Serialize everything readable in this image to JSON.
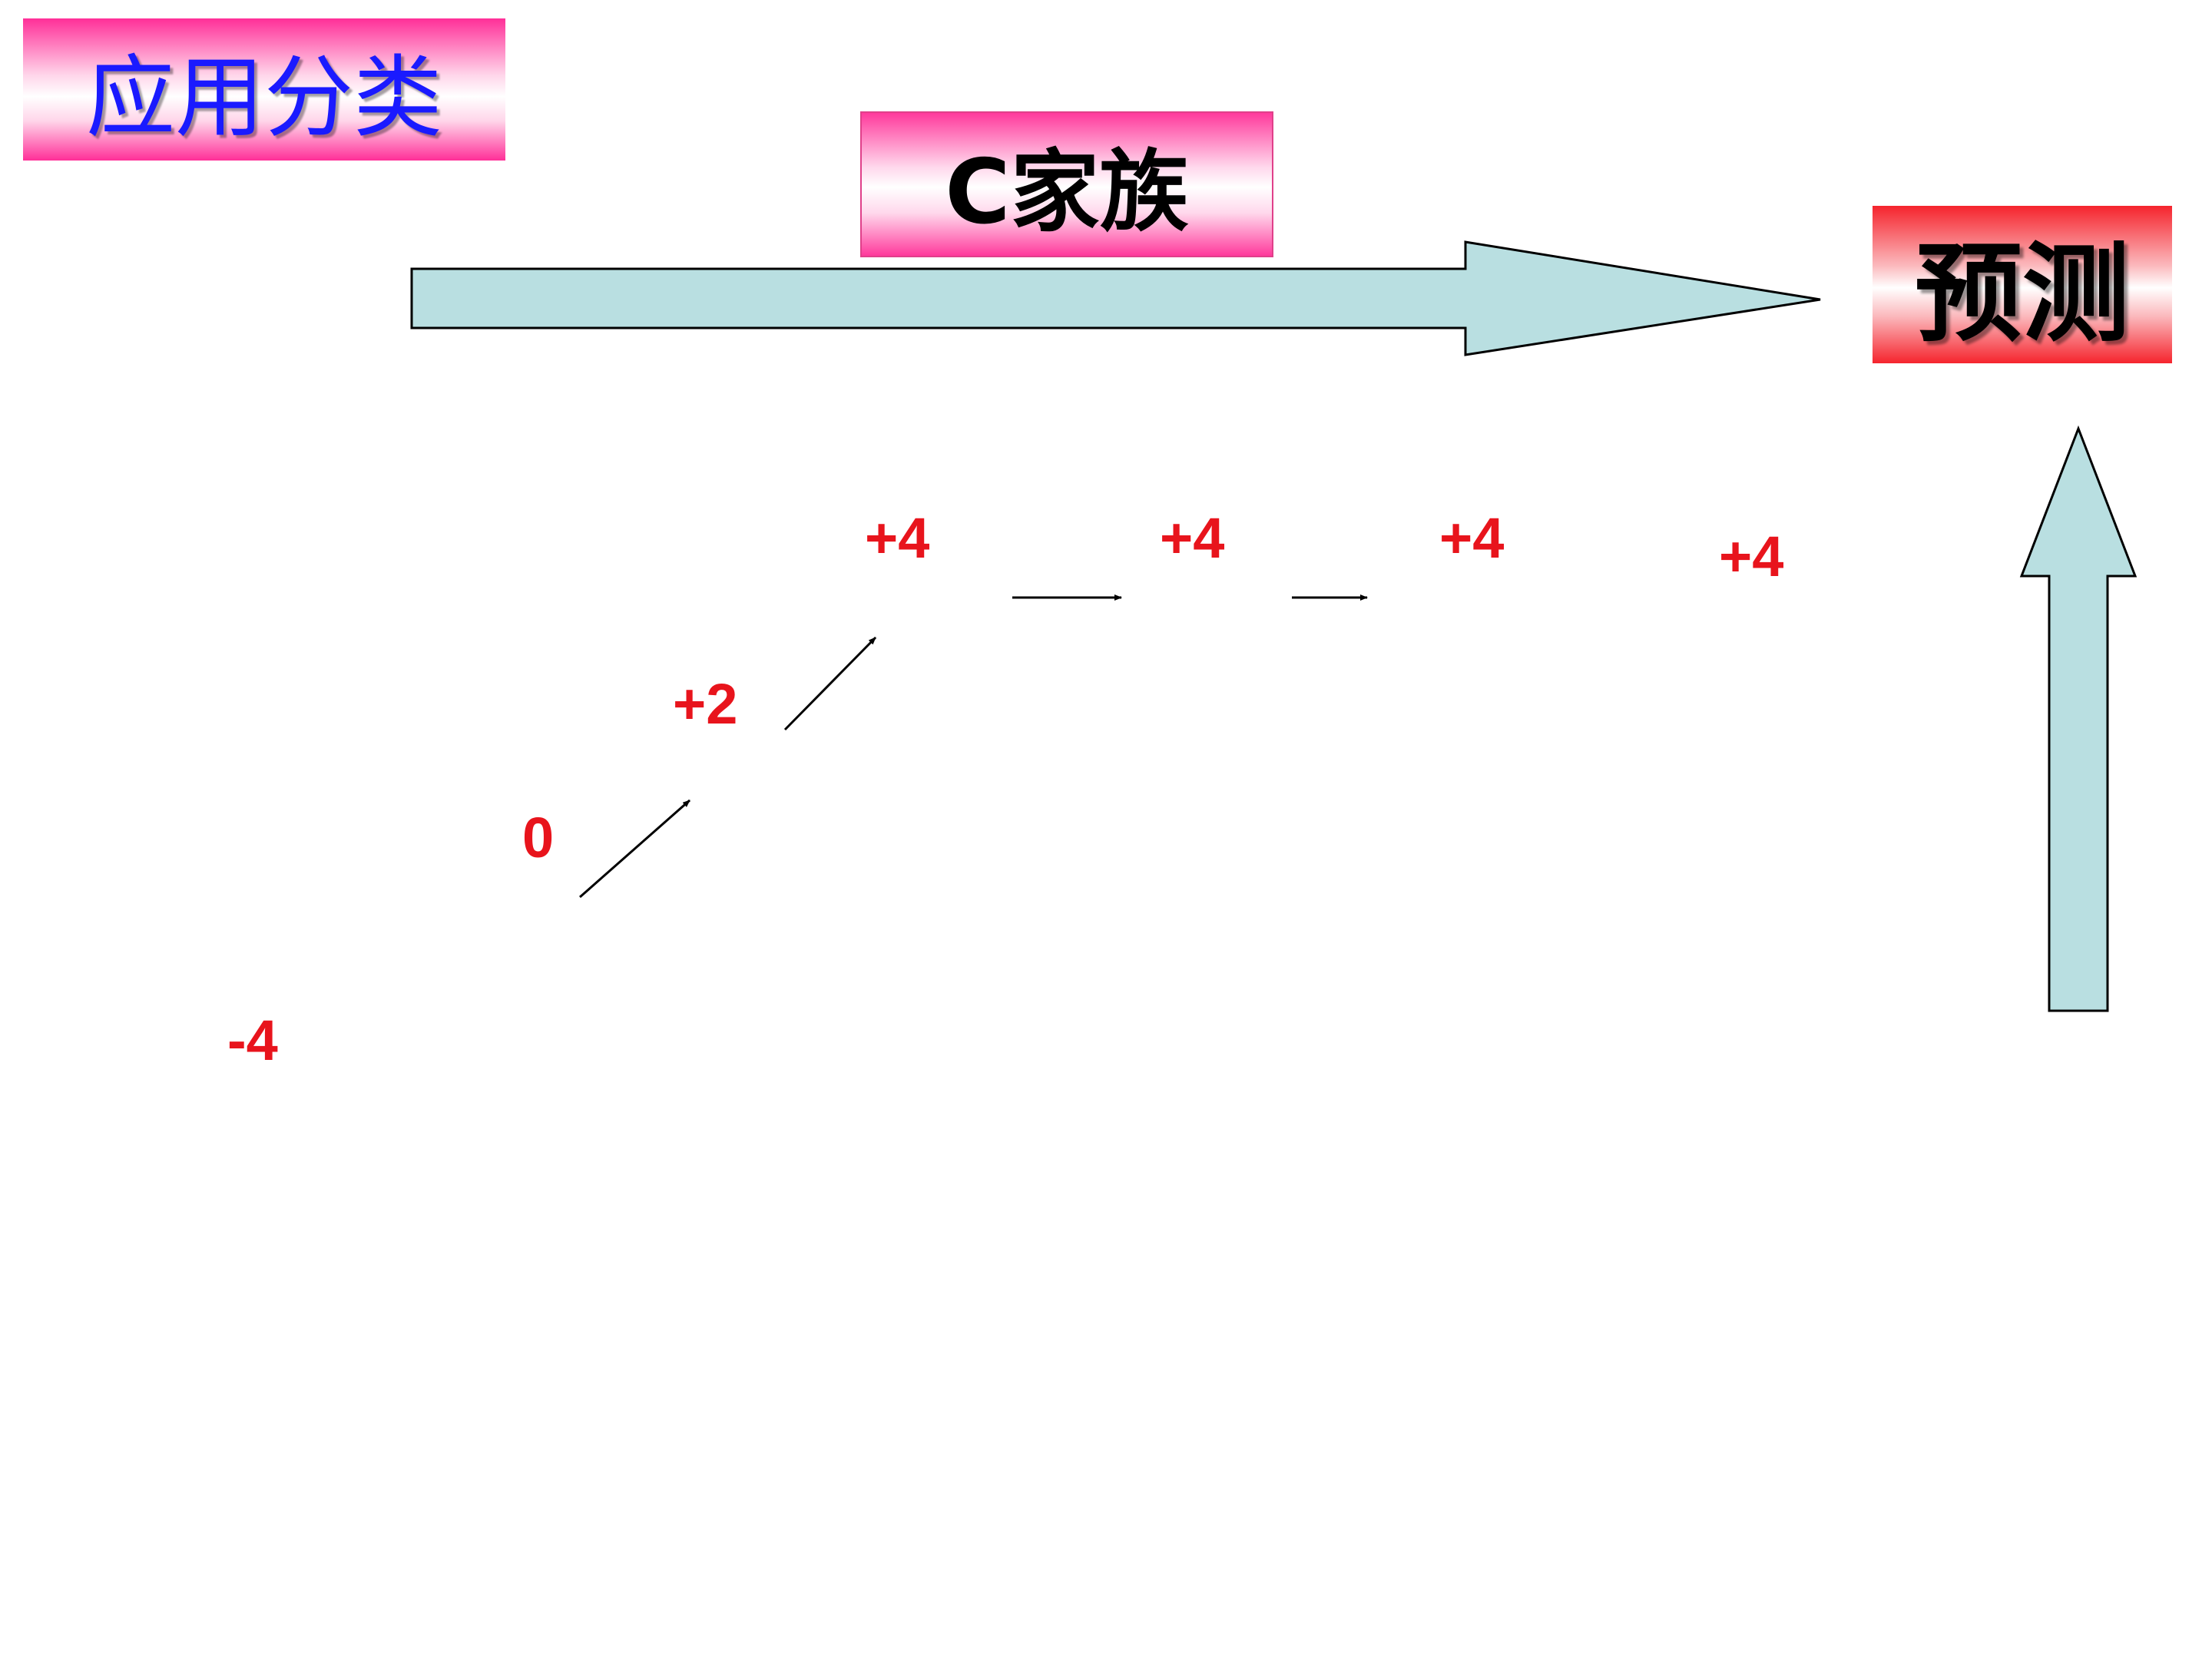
{
  "title": "应用分类",
  "family_label": "C家族",
  "predict_label": "预测",
  "values": [
    "-4",
    "0",
    "+2",
    "+4",
    "+4",
    "+4",
    "+4"
  ],
  "colors": {
    "arrow_fill": "#b9dfe1",
    "value_text": "#e8141c",
    "title_text": "#1a1aff"
  }
}
